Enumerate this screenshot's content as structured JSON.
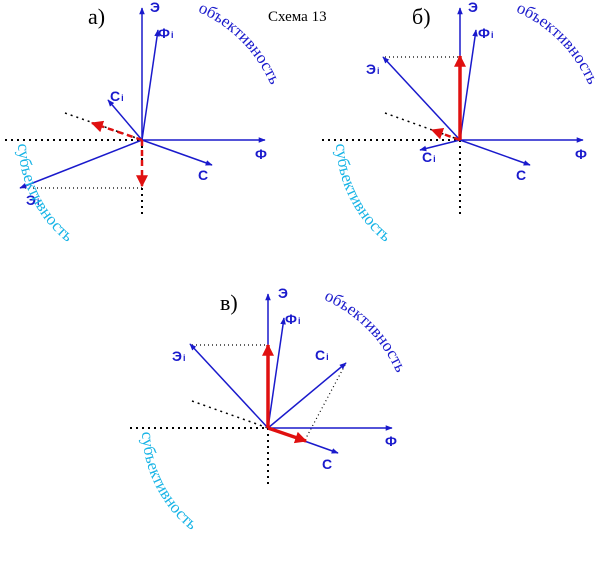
{
  "title": "Схема 13",
  "colors": {
    "blue": "#1a1acc",
    "red": "#e01010",
    "cyan": "#18b4e6",
    "black": "#000000"
  },
  "panels": [
    {
      "label": "а)",
      "axis_y": "Э",
      "axis_x": "Ф",
      "vector_fi": "Ф",
      "vector_fi_sub": "i",
      "vector_ci": "C",
      "vector_ci_sub": "i",
      "vector_ei": "Э",
      "vector_ei_sub": "i",
      "vector_c": "C",
      "objectivity": "объективность",
      "subjectivity": "субъективность"
    },
    {
      "label": "б)",
      "axis_y": "Э",
      "axis_x": "Ф",
      "vector_fi": "Ф",
      "vector_fi_sub": "i",
      "vector_ci": "C",
      "vector_ci_sub": "i",
      "vector_ei": "Э",
      "vector_ei_sub": "i",
      "vector_c": "C",
      "objectivity": "объективность",
      "subjectivity": "субъективность"
    },
    {
      "label": "в)",
      "axis_y": "Э",
      "axis_x": "Ф",
      "vector_fi": "Ф",
      "vector_fi_sub": "i",
      "vector_ci": "C",
      "vector_ci_sub": "i",
      "vector_ei": "Э",
      "vector_ei_sub": "i",
      "vector_c": "C",
      "objectivity": "объективность",
      "subjectivity": "субъективность"
    }
  ]
}
